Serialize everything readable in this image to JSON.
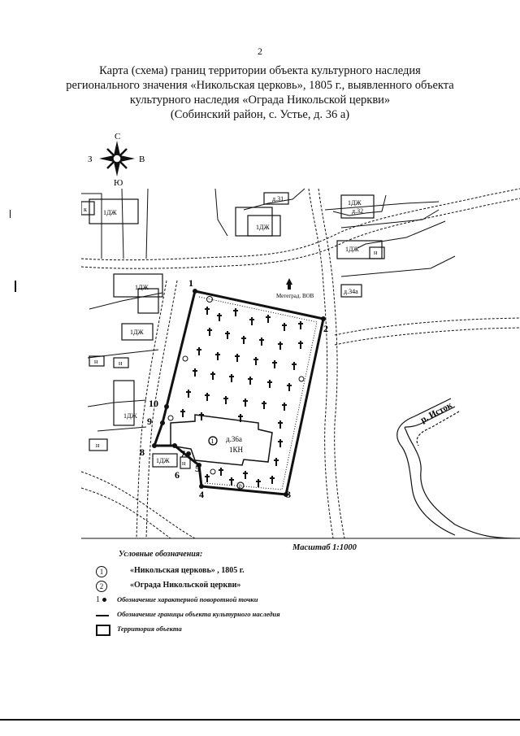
{
  "page_number": "2",
  "title_lines": [
    "Карта (схема) границ территории объекта культурного наследия",
    "регионального значения «Никольская церковь», 1805 г., выявленного объекта",
    "культурного наследия «Ограда Никольской церкви»",
    "(Собинский район, с. Устье, д. 36 а)"
  ],
  "compass": {
    "north": "С",
    "south": "Ю",
    "west": "З",
    "east": "В"
  },
  "map_labels": {
    "house_1dzh": "1ДЖ",
    "house_n": "н",
    "house_k": "к",
    "house_31": "д.31",
    "house_32": "д.32",
    "house_34": "д.34а",
    "church_addr": "д.36а",
    "church_kn": "1КН",
    "church_num": "1",
    "fence_num": "2",
    "water_tower": "Метеград. ВОВ",
    "river": "р. Исток",
    "points": [
      "1",
      "2",
      "3",
      "4",
      "5",
      "6",
      "7",
      "8",
      "9",
      "10"
    ]
  },
  "scale": "Масштаб 1:1000",
  "legend": {
    "title": "Условные обозначения:",
    "items": [
      {
        "symbol": "1",
        "text": "«Никольская церковь» , 1805 г."
      },
      {
        "symbol": "2",
        "text": "«Ограда Никольской церкви»"
      },
      {
        "symbol": "1",
        "text": "Обозначение характерной поворотной точки"
      },
      {
        "symbol": "",
        "text": "Обозначение границы объекта культурного наследия"
      },
      {
        "symbol": "",
        "text": "Территория объекта"
      }
    ]
  }
}
